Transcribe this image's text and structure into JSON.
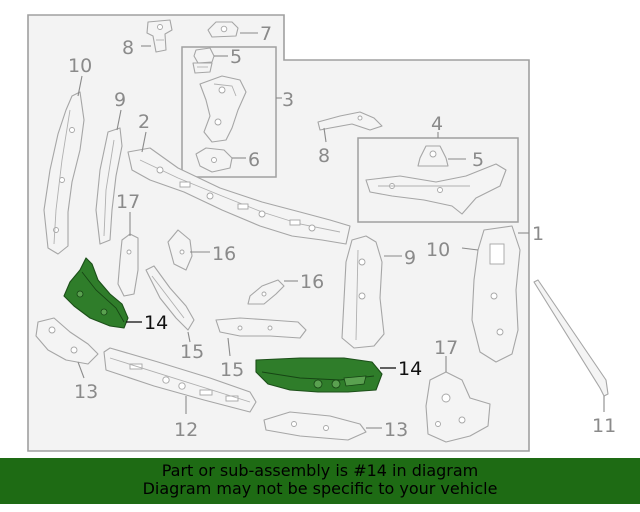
{
  "diagram": {
    "callouts": {
      "c1": "1",
      "c2": "2",
      "c3": "3",
      "c4": "4",
      "c5a": "5",
      "c5b": "5",
      "c6": "6",
      "c7": "7",
      "c8a": "8",
      "c8b": "8",
      "c9a": "9",
      "c9b": "9",
      "c10a": "10",
      "c10b": "10",
      "c11": "11",
      "c12": "12",
      "c13a": "13",
      "c13b": "13",
      "c14a": "14",
      "c14b": "14",
      "c15a": "15",
      "c15b": "15",
      "c16a": "16",
      "c16b": "16",
      "c17a": "17",
      "c17b": "17"
    },
    "highlighted_part": "14",
    "highlight_color": "#2f7d2a"
  },
  "banner": {
    "line1": "Part or sub-assembly is #14 in diagram",
    "line2": "Diagram may not be specific to your vehicle",
    "background": "#1e6b14"
  }
}
